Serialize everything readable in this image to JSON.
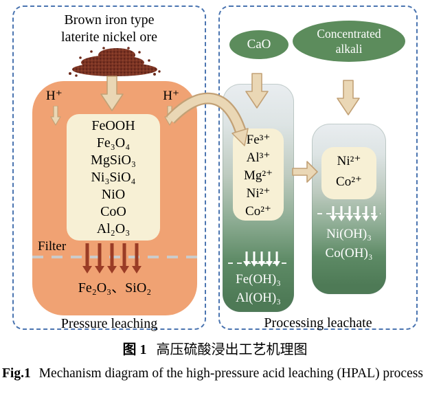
{
  "left_panel": {
    "title_line1": "Brown iron type",
    "title_line2": "laterite nickel ore",
    "h_plus_left": "H⁺",
    "h_plus_right": "H⁺",
    "minerals": [
      "FeOOH",
      "Fe₃O₄",
      "MgSiO₃",
      "Ni₃SiO₄",
      "NiO",
      "CoO",
      "Al₂O₃"
    ],
    "filter_label": "Filter",
    "residue": "Fe₂O₃、SiO₂",
    "label": "Pressure leaching"
  },
  "right_panel": {
    "reagent_cao": "CaO",
    "reagent_alkali_line1": "Concentrated",
    "reagent_alkali_line2": "alkali",
    "leach_ions": [
      "Fe³⁺",
      "Al³⁺",
      "Mg²⁺",
      "Ni²⁺",
      "Co²⁺"
    ],
    "leach_precipitates": [
      "Fe(OH)₃",
      "Al(OH)₃"
    ],
    "purify_ions": [
      "Ni²⁺",
      "Co²⁺"
    ],
    "purify_precipitates": [
      "Ni(OH)₃",
      "Co(OH)₃"
    ],
    "label": "Processing leachate"
  },
  "caption": {
    "cn_label": "图 1",
    "cn_text": "高压硫酸浸出工艺机理图",
    "en_label": "Fig.1",
    "en_text": "Mechanism diagram of the high-pressure acid leaching (HPAL) process"
  },
  "colors": {
    "panel_border_blue": "#4a74b0",
    "vessel_orange": "#f0a273",
    "cream_box": "#f7f0d5",
    "reagent_green": "#5c8c5c",
    "vessel_gradient_green": "#4e7a56",
    "block_arrow_fill": "#ead7b5",
    "block_arrow_outline": "#c2a176",
    "residue_arrow_red": "#9a3c26",
    "filter_line_gray": "#cbcbcb"
  }
}
